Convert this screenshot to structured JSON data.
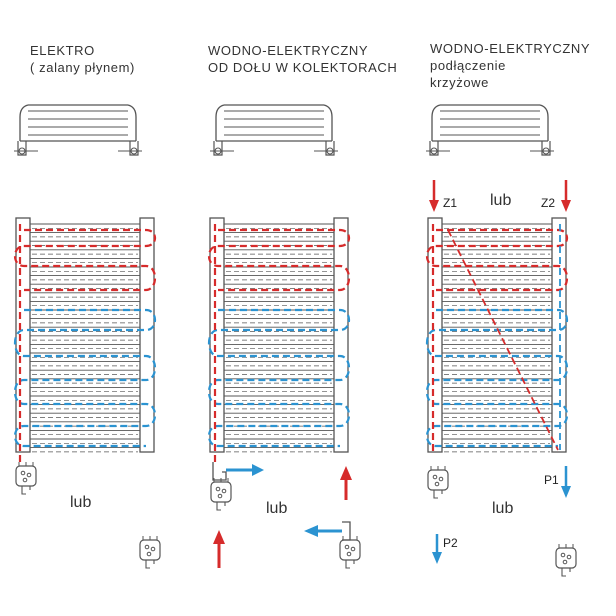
{
  "colors": {
    "outline": "#555555",
    "red": "#d62b2b",
    "blue": "#2b93d1"
  },
  "columns": [
    {
      "title_lines": [
        "ELEKTRO",
        "( zalany płynem)"
      ],
      "lub": "lub"
    },
    {
      "title_lines": [
        "WODNO-ELEKTRYCZNY",
        "OD DOŁU W KOLEKTORACH"
      ],
      "lub": "lub"
    },
    {
      "title_lines": [
        "WODNO-ELEKTRYCZNY",
        "podłączenie",
        "krzyżowe"
      ],
      "lub": "lub",
      "lub_top": "lub",
      "z1": "Z1",
      "z2": "Z2",
      "p1": "P1",
      "p2": "P2"
    }
  ]
}
